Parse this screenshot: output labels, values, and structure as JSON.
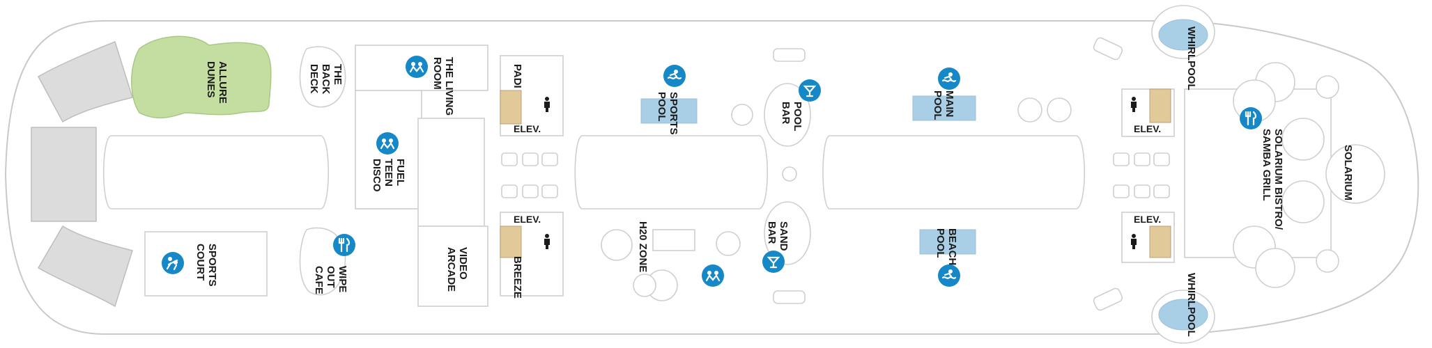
{
  "deck": {
    "venues": {
      "allure_dunes": [
        "ALLURE",
        "DUNES"
      ],
      "back_deck": [
        "THE",
        "BACK",
        "DECK"
      ],
      "living_room": [
        "THE LIVING",
        "ROOM"
      ],
      "padi": [
        "PADI"
      ],
      "sports_pool": [
        "SPORTS",
        "POOL"
      ],
      "pool_bar": [
        "POOL",
        "BAR"
      ],
      "main_pool": [
        "MAIN",
        "POOL"
      ],
      "whirlpool_top": [
        "WHIRLPOOL"
      ],
      "whirlpool_bottom": [
        "WHIRLPOOL"
      ],
      "fuel_teen_disco": [
        "FUEL",
        "TEEN",
        "DISCO"
      ],
      "solarium_bistro": [
        "SOLARIUM BISTRO/",
        "SAMBA GRILL"
      ],
      "solarium": [
        "SOLARIUM"
      ],
      "sports_court": [
        "SPORTS",
        "COURT"
      ],
      "wipe_out_cafe": [
        "WIPE",
        "OUT",
        "CAFE"
      ],
      "video_arcade": [
        "VIDEO",
        "ARCADE"
      ],
      "breeze": [
        "BREEZE"
      ],
      "h20_zone": [
        "H20 ZONE"
      ],
      "sand_bar": [
        "SAND",
        "BAR"
      ],
      "beach_pool": [
        "BEACH",
        "POOL"
      ]
    },
    "elevator_label": "ELEV.",
    "colors": {
      "icon": "#1688c8",
      "pool": "#a9cfe6",
      "dunes": "#c3dea0",
      "stairs": "#e2c99a",
      "court": "#dcdcdc"
    },
    "icons": [
      "kids-club-icon",
      "kids-club-icon",
      "kids-club-icon",
      "kids-club-icon",
      "pool-icon",
      "pool-icon",
      "pool-icon",
      "cocktail-icon",
      "cocktail-icon",
      "dining-icon",
      "dining-icon",
      "restroom-icon",
      "restroom-icon",
      "restroom-icon",
      "restroom-icon"
    ]
  }
}
